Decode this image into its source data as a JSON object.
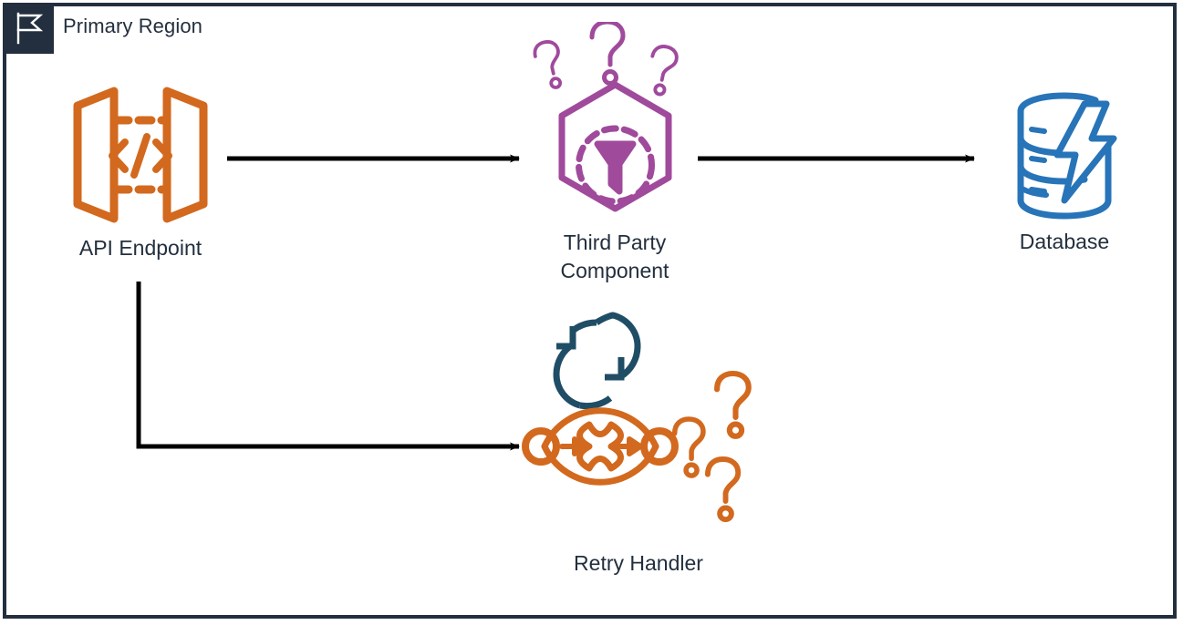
{
  "region": {
    "title": "Primary Region",
    "badge_icon": "flag-icon",
    "border_color": "#232f3e"
  },
  "palette": {
    "orange": "#D2691E",
    "purple": "#A04A9C",
    "blue": "#2874B8",
    "navy": "#1F4D66",
    "dark": "#232f3e",
    "arrow": "#000000"
  },
  "nodes": [
    {
      "id": "api-endpoint",
      "label": "API Endpoint",
      "icon": "api-endpoint-icon",
      "color": "#D2691E"
    },
    {
      "id": "third-party-component",
      "label": "Third Party\nComponent",
      "icon": "third-party-component-icon",
      "color": "#A04A9C",
      "status_icon": "question-marks-icon"
    },
    {
      "id": "database",
      "label": "Database",
      "icon": "database-icon",
      "color": "#2874B8"
    },
    {
      "id": "retry-handler",
      "label": "Retry Handler",
      "icon": "retry-handler-icon",
      "color": "#D2691E",
      "status_icon": "question-marks-icon",
      "badge_icon": "refresh-retry-icon"
    }
  ],
  "connectors": [
    {
      "id": "api-to-thirdparty",
      "from": "api-endpoint",
      "to": "third-party-component",
      "style": "straight-arrow"
    },
    {
      "id": "thirdparty-to-database",
      "from": "third-party-component",
      "to": "database",
      "style": "straight-arrow"
    },
    {
      "id": "api-to-retry",
      "from": "api-endpoint",
      "to": "retry-handler",
      "style": "elbow-arrow"
    }
  ]
}
